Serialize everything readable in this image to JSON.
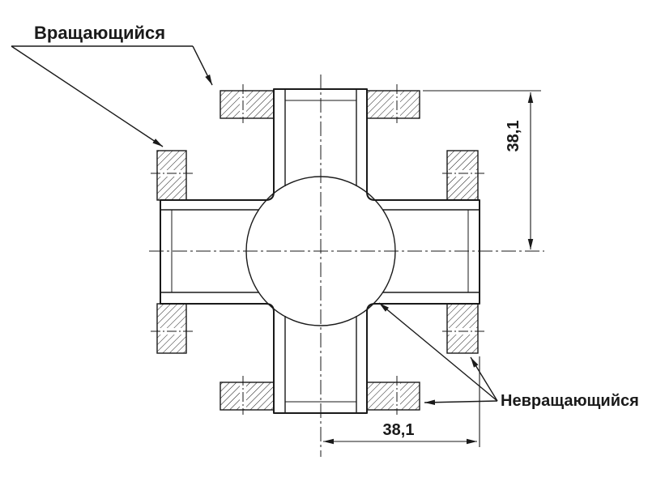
{
  "drawing": {
    "kind": "four-way cross vacuum fitting, section view",
    "labels": {
      "rotating": "Вращающийся",
      "non_rotating": "Невращающийся"
    },
    "dimensions": {
      "vertical_value": "38,1",
      "horizontal_value": "38,1"
    },
    "colors": {
      "line": "#1a1a1a",
      "background": "#ffffff"
    }
  }
}
